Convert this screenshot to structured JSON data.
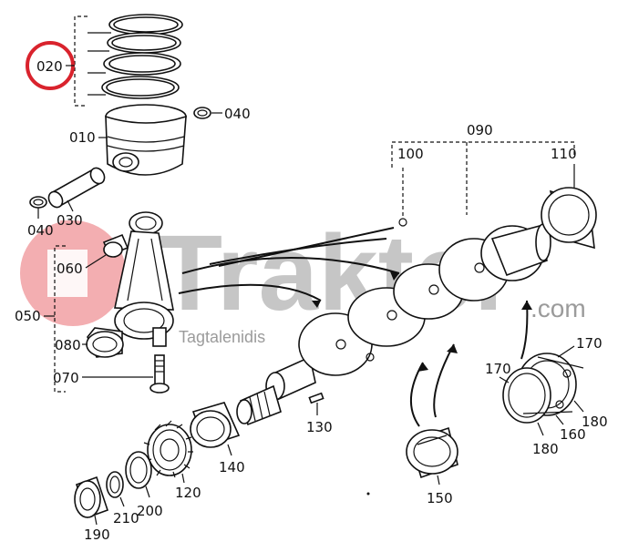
{
  "watermark": {
    "brand": "Trakter",
    "domain": ".com",
    "tagline": "Tagtalenidis",
    "brand_color": "#e30613",
    "text_color": "#bdbdbd"
  },
  "highlight": {
    "color": "#d9232d"
  },
  "callouts": {
    "c020": "020",
    "c040a": "040",
    "c010": "010",
    "c040b": "040",
    "c030": "030",
    "c060": "060",
    "c050": "050",
    "c080": "080",
    "c070": "070",
    "c090": "090",
    "c100": "100",
    "c110": "110",
    "c130": "130",
    "c140": "140",
    "c120": "120",
    "c200": "200",
    "c210": "210",
    "c190": "190",
    "c150": "150",
    "c170a": "170",
    "c170b": "170",
    "c180a": "180",
    "c160": "160",
    "c180b": "180"
  }
}
